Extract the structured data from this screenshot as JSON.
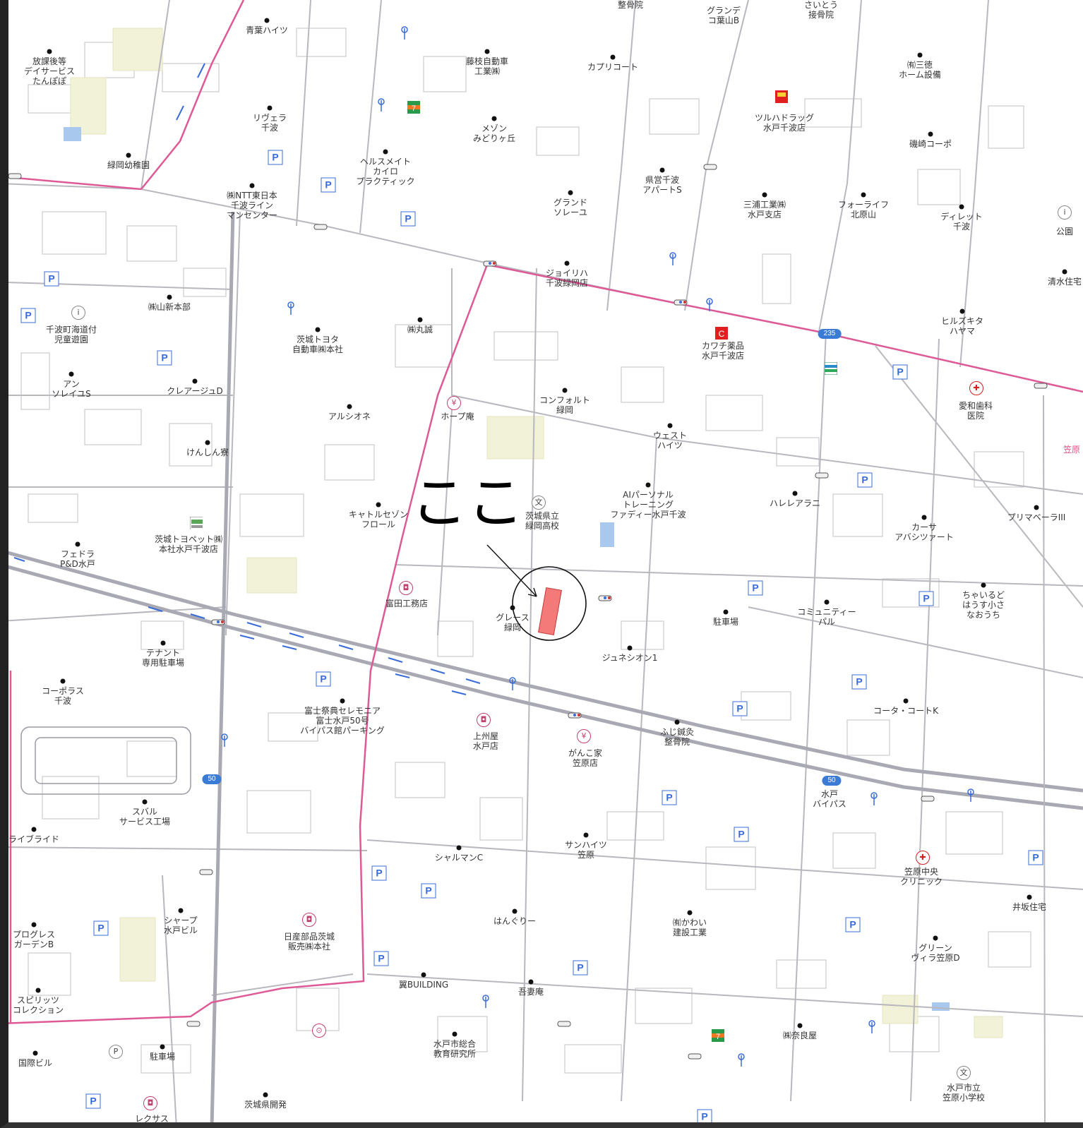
{
  "annotation": {
    "text": "ここ"
  },
  "route_shields": [
    "235",
    "50",
    "50"
  ],
  "places": [
    {
      "name": "放課後等\nデイサービス\nたんぽぽ"
    },
    {
      "name": "青葉ハイツ"
    },
    {
      "name": "藤枝自動車\n工業㈱"
    },
    {
      "name": "カプリコート"
    },
    {
      "name": "整骨院"
    },
    {
      "name": "グランデ\nコ葉山B"
    },
    {
      "name": "さいとう\n接骨院"
    },
    {
      "name": "㈲三徳\nホーム設備"
    },
    {
      "name": "リヴェラ\n千波"
    },
    {
      "name": "メゾン\nみどりヶ丘"
    },
    {
      "name": "ツルハドラッグ\n水戸千波店"
    },
    {
      "name": "磯崎コーポ"
    },
    {
      "name": "緑岡幼稚園"
    },
    {
      "name": "ヘルスメイト\nカイロ\nプラクティック"
    },
    {
      "name": "㈱NTT東日本\n千波ライン\nマンセンター"
    },
    {
      "name": "県営千波\nアパートS"
    },
    {
      "name": "グランド\nソレーユ"
    },
    {
      "name": "三浦工業㈱\n水戸支店"
    },
    {
      "name": "フォーライフ\n北原山"
    },
    {
      "name": "ディレット\n千波"
    },
    {
      "name": "公園"
    },
    {
      "name": "ジョイリハ\n千波緑岡店"
    },
    {
      "name": "清水住宅"
    },
    {
      "name": "㈱山新本部"
    },
    {
      "name": "千波町海道付\n児童遊園"
    },
    {
      "name": "茨城トヨタ\n自動車㈱本社"
    },
    {
      "name": "㈱丸誠"
    },
    {
      "name": "カワチ薬品\n水戸千波店"
    },
    {
      "name": "ヒルズキタ\nハヤマ"
    },
    {
      "name": "アン\nソレイユS"
    },
    {
      "name": "クレアージュD"
    },
    {
      "name": "ホープ庵"
    },
    {
      "name": "コンフォルト\n緑岡"
    },
    {
      "name": "愛和歯科\n医院"
    },
    {
      "name": "アルシオネ"
    },
    {
      "name": "ウェスト\nハイツ"
    },
    {
      "name": "笠原"
    },
    {
      "name": "けんしん寮"
    },
    {
      "name": "茨城県立\n緑岡高校"
    },
    {
      "name": "AIパーソナル\nトレーニング\nファディー水戸千波"
    },
    {
      "name": "ハレレアラニ"
    },
    {
      "name": "プリマベーラIII"
    },
    {
      "name": "キャトルセゾン\nフロール"
    },
    {
      "name": "カーサ\nアバシツァート"
    },
    {
      "name": "茨城トヨペット㈱\n本社水戸千波店"
    },
    {
      "name": "フェドラ\nP&D水戸"
    },
    {
      "name": "富田工務店"
    },
    {
      "name": "グレース\n緑岡"
    },
    {
      "name": "ちゃいるど\nはうす小さ\nなおうち"
    },
    {
      "name": "コミュニティー\nパル"
    },
    {
      "name": "駐車場"
    },
    {
      "name": "テナント\n専用駐車場"
    },
    {
      "name": "ジュネシオン1"
    },
    {
      "name": "コーポラス\n千波"
    },
    {
      "name": "富士祭典セレモニア\n富士水戸50号\nバイパス館パーキング"
    },
    {
      "name": "上州屋\n水戸店"
    },
    {
      "name": "ふじ鍼灸\n整骨院"
    },
    {
      "name": "コータ・コートK"
    },
    {
      "name": "がんこ家\n笠原店"
    },
    {
      "name": "水戸\nバイパス"
    },
    {
      "name": "スバル\nサービス工場"
    },
    {
      "name": "ライブライド"
    },
    {
      "name": "シャルマンC"
    },
    {
      "name": "サンハイツ\n笠原"
    },
    {
      "name": "笠原中央\nクリニック"
    },
    {
      "name": "シャープ\n水戸ビル"
    },
    {
      "name": "日産部品茨城\n販売㈱本社"
    },
    {
      "name": "はんぐりー"
    },
    {
      "name": "㈲かわい\n建設工業"
    },
    {
      "name": "井坂住宅"
    },
    {
      "name": "プログレス\nガーデンB"
    },
    {
      "name": "グリーン\nヴィラ笠原D"
    },
    {
      "name": "翼BUILDING"
    },
    {
      "name": "吾妻庵"
    },
    {
      "name": "スピリッツ\nコレクション"
    },
    {
      "name": "㈱奈良屋"
    },
    {
      "name": "国際ビル"
    },
    {
      "name": "駐車場"
    },
    {
      "name": "水戸市総合\n教育研究所"
    },
    {
      "name": "水戸市立\n笠原小学校"
    },
    {
      "name": "レクサス"
    },
    {
      "name": "茨城県開発"
    }
  ]
}
